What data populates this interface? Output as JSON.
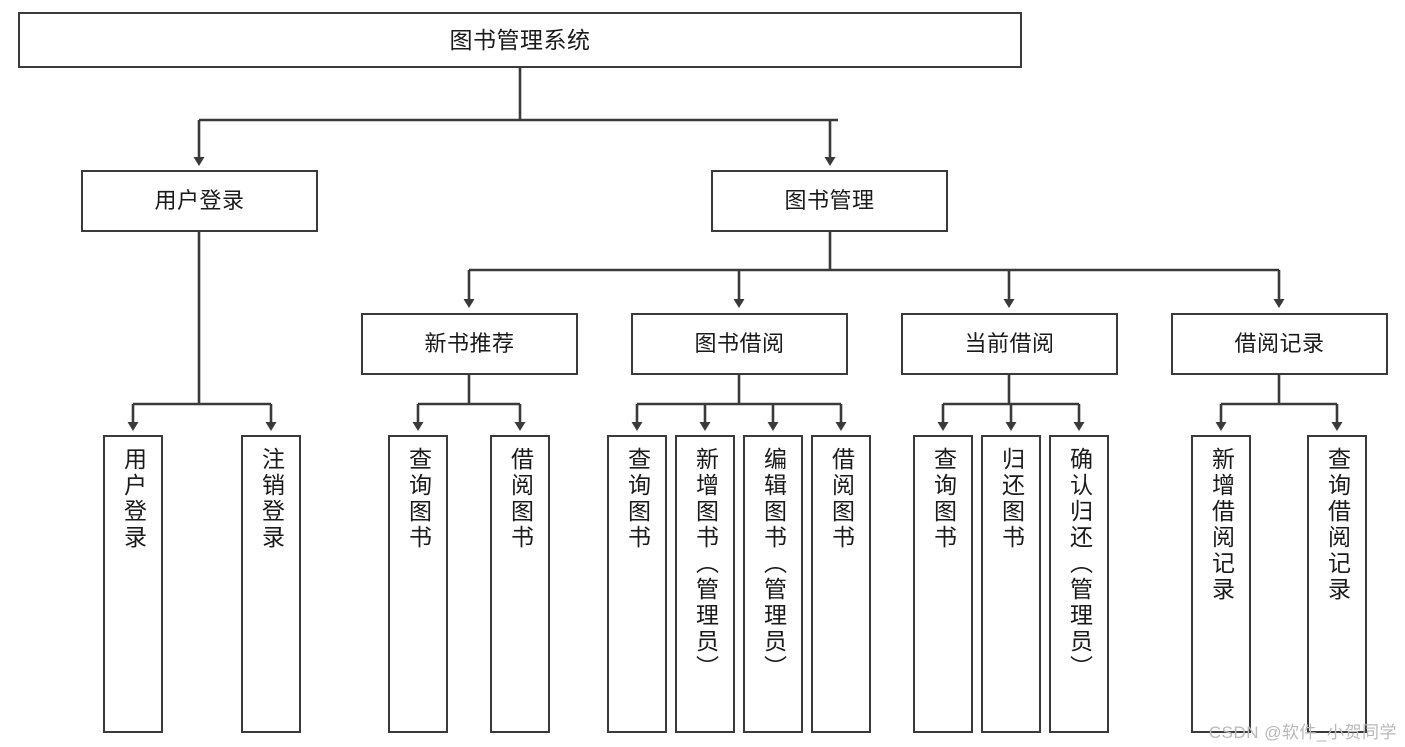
{
  "diagram": {
    "title": "图书管理系统",
    "type": "hierarchy-tree",
    "watermark": "CSDN @软件_小贺同学",
    "colors": {
      "stroke": "#3a3a3a",
      "fill": "#ffffff",
      "text": "#1a1a1a",
      "watermark": "#b9b9b9"
    },
    "nodes": {
      "root": {
        "label": "图书管理系统"
      },
      "level2": [
        {
          "id": "user-login",
          "label": "用户登录"
        },
        {
          "id": "book-manage",
          "label": "图书管理"
        }
      ],
      "level3": [
        {
          "id": "new-book-rec",
          "label": "新书推荐"
        },
        {
          "id": "book-borrow",
          "label": "图书借阅"
        },
        {
          "id": "current-borrow",
          "label": "当前借阅"
        },
        {
          "id": "borrow-record",
          "label": "借阅记录"
        }
      ],
      "leaves": {
        "user-login": [
          {
            "id": "leaf-user-login",
            "label": "用户登录"
          },
          {
            "id": "leaf-user-logout",
            "label": "注销登录"
          }
        ],
        "new-book-rec": [
          {
            "id": "leaf-query-book-1",
            "label": "查询图书"
          },
          {
            "id": "leaf-borrow-book-1",
            "label": "借阅图书"
          }
        ],
        "book-borrow": [
          {
            "id": "leaf-query-book-2",
            "label": "查询图书"
          },
          {
            "id": "leaf-add-book",
            "label": "新增图书（管理员）"
          },
          {
            "id": "leaf-edit-book",
            "label": "编辑图书（管理员）"
          },
          {
            "id": "leaf-borrow-book-2",
            "label": "借阅图书"
          }
        ],
        "current-borrow": [
          {
            "id": "leaf-query-book-3",
            "label": "查询图书"
          },
          {
            "id": "leaf-return-book",
            "label": "归还图书"
          },
          {
            "id": "leaf-confirm-return",
            "label": "确认归还（管理员）"
          }
        ],
        "borrow-record": [
          {
            "id": "leaf-add-record",
            "label": "新增借阅记录"
          },
          {
            "id": "leaf-query-record",
            "label": "查询借阅记录"
          }
        ]
      }
    }
  }
}
